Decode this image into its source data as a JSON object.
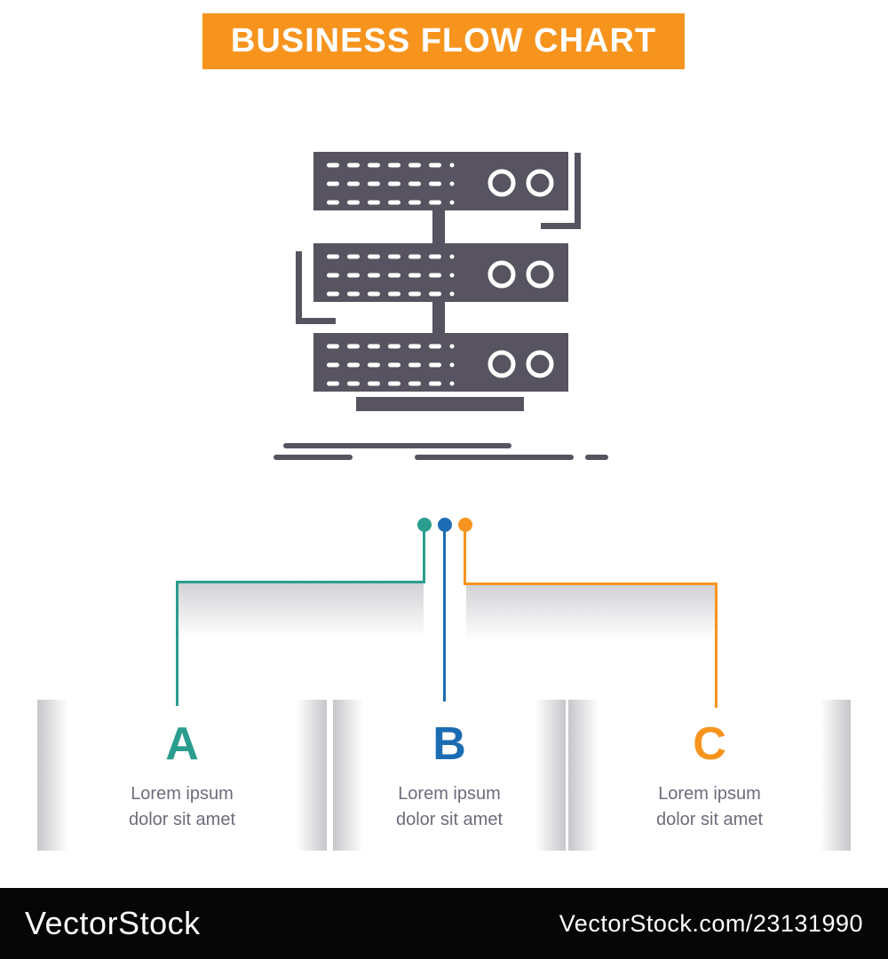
{
  "banner": {
    "title": "BUSINESS FLOW CHART",
    "bg_color": "#F7941E",
    "text_color": "#FFFFFF"
  },
  "icon": {
    "name": "server-rack-icon",
    "color": "#575360",
    "units": 3
  },
  "flow": {
    "caption_color": "#6F6B7A",
    "branches": [
      {
        "letter": "A",
        "color": "#2A9D8F",
        "caption_line1": "Lorem ipsum",
        "caption_line2": "dolor sit amet"
      },
      {
        "letter": "B",
        "color": "#1C6CB4",
        "caption_line1": "Lorem ipsum",
        "caption_line2": "dolor sit amet"
      },
      {
        "letter": "C",
        "color": "#F7941E",
        "caption_line1": "Lorem ipsum",
        "caption_line2": "dolor sit amet"
      }
    ]
  },
  "watermark": {
    "brand": "VectorStock",
    "site_ref": "VectorStock.com/23131990",
    "bar_color": "#060606"
  }
}
